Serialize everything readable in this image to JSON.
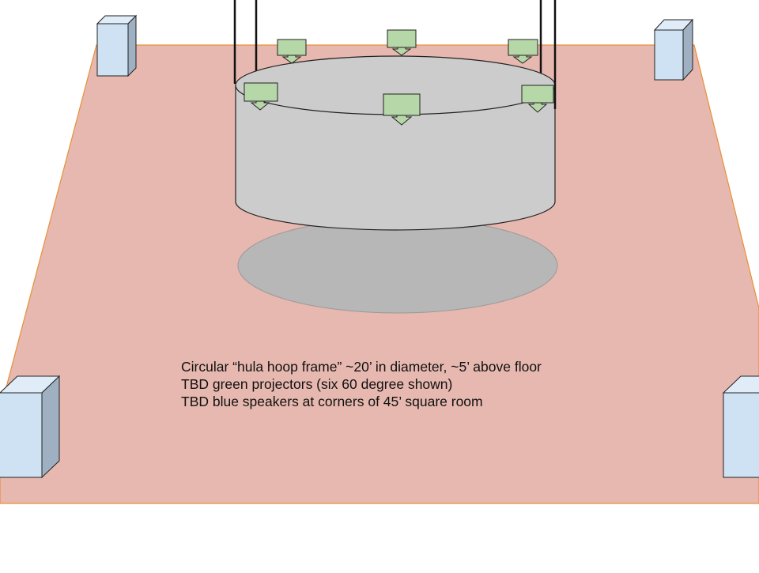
{
  "diagram": {
    "caption_lines": [
      "Circular “hula hoop frame” ~20’ in diameter, ~5’ above floor",
      "TBD green projectors (six 60 degree shown)",
      "TBD blue speakers at corners of 45’ square room"
    ]
  },
  "colors": {
    "floor": "#e6b8af",
    "floor_edge": "#e69138",
    "hoop_fill": "#cccccc",
    "shadow": "#b7b7b7",
    "projector": "#b6d7a8",
    "speaker_front": "#cfe2f3",
    "speaker_side": "#9fb0c2",
    "outline": "#222222"
  },
  "icons": {
    "projector": "projector-icon",
    "speaker": "speaker-icon"
  }
}
